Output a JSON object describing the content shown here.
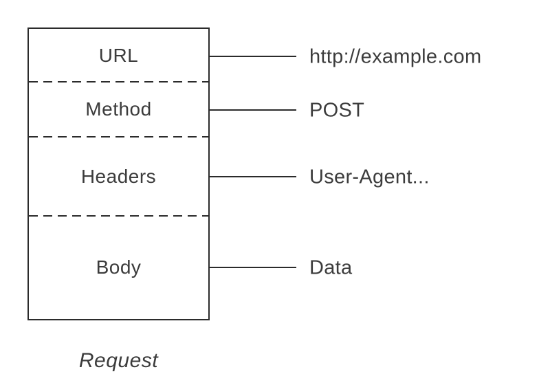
{
  "diagram": {
    "caption": "Request",
    "rows": [
      {
        "field": "URL",
        "value": "http://example.com"
      },
      {
        "field": "Method",
        "value": "POST"
      },
      {
        "field": "Headers",
        "value": "User-Agent..."
      },
      {
        "field": "Body",
        "value": "Data"
      }
    ]
  },
  "colors": {
    "line": "#2b2b2b",
    "text": "#3c3c3c",
    "background": "#ffffff"
  }
}
